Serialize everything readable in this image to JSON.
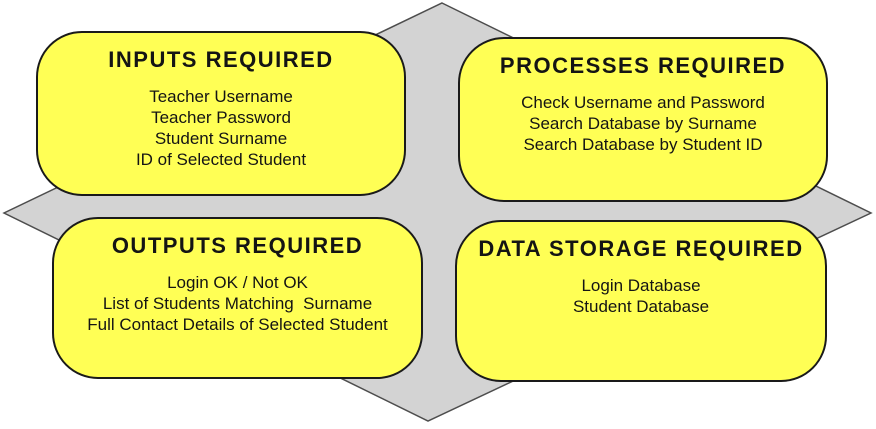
{
  "diagram": {
    "description_colors": {
      "box_fill": "#FFFF55",
      "box_border": "#1A1A1A",
      "diamond_fill": "#D3D3D3",
      "diamond_border": "#4D4D4D",
      "background": "#FFFFFF",
      "text": "#141414"
    },
    "boxes": [
      {
        "id": "inputs",
        "title": "INPUTS REQUIRED",
        "lines": [
          "Teacher Username",
          "Teacher Password",
          "Student Surname",
          "ID of Selected Student"
        ]
      },
      {
        "id": "processes",
        "title": "PROCESSES REQUIRED",
        "lines": [
          "Check Username and Password",
          "Search Database by Surname",
          "Search Database by Student ID"
        ]
      },
      {
        "id": "outputs",
        "title": "OUTPUTS REQUIRED",
        "lines": [
          "Login OK / Not OK",
          "List of Students Matching  Surname",
          "Full Contact Details of Selected Student"
        ]
      },
      {
        "id": "data_storage",
        "title": "DATA STORAGE REQUIRED",
        "lines": [
          "Login Database",
          "Student Database"
        ]
      }
    ]
  }
}
